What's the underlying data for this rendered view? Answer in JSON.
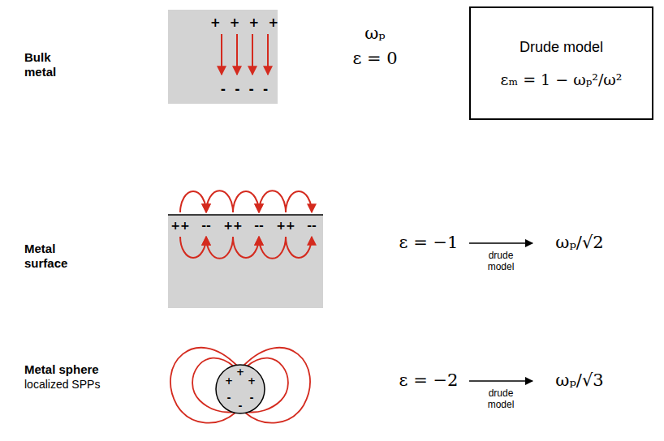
{
  "diagram": {
    "nodes": [
      {
        "text": [
          "Drude model",
          "εₘ = 1 − ωₚ²/ω²"
        ]
      }
    ],
    "labels": [
      "Bulk metal",
      "+ + + +",
      "- - - -",
      "ωₚ",
      "ε = 0",
      "Metal surface",
      "++",
      "--",
      "++",
      "--",
      "++",
      "--",
      "ε = −1",
      "drude model",
      "ωₚ/√2",
      "Metal sphere",
      "localized SPPs",
      "+",
      "+",
      "+",
      "-",
      "-",
      "-",
      "ε = −2",
      "drude model",
      "ωₚ/√3"
    ]
  }
}
